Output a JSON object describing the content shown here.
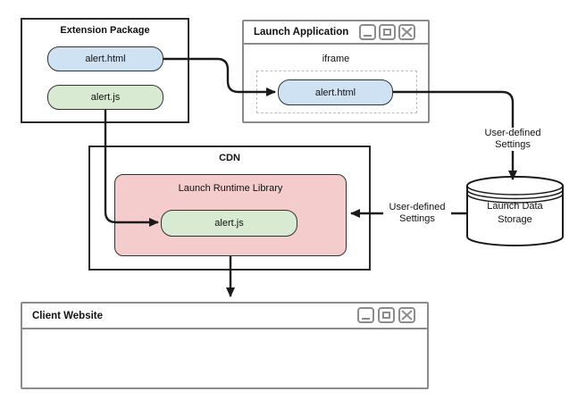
{
  "colors": {
    "blue_fill": "#cfe2f3",
    "green_fill": "#d9ead3",
    "red_fill": "#f4cccc",
    "shape_border": "#2b2b2b",
    "window_chrome": "#8c8c8c",
    "arrow": "#1a1a1a"
  },
  "extension_package": {
    "title": "Extension Package",
    "files": [
      {
        "label": "alert.html"
      },
      {
        "label": "alert.js"
      }
    ]
  },
  "launch_application": {
    "title": "Launch Application",
    "iframe_label": "iframe",
    "file": "alert.html"
  },
  "cdn": {
    "title": "CDN",
    "runtime_library": {
      "title": "Launch Runtime Library",
      "file": "alert.js"
    }
  },
  "launch_data_storage": {
    "label": "Launch Data Storage"
  },
  "client_website": {
    "title": "Client Website"
  },
  "arrows": {
    "settings_label_top": "User-defined Settings",
    "settings_label_left": "User-defined Settings"
  }
}
